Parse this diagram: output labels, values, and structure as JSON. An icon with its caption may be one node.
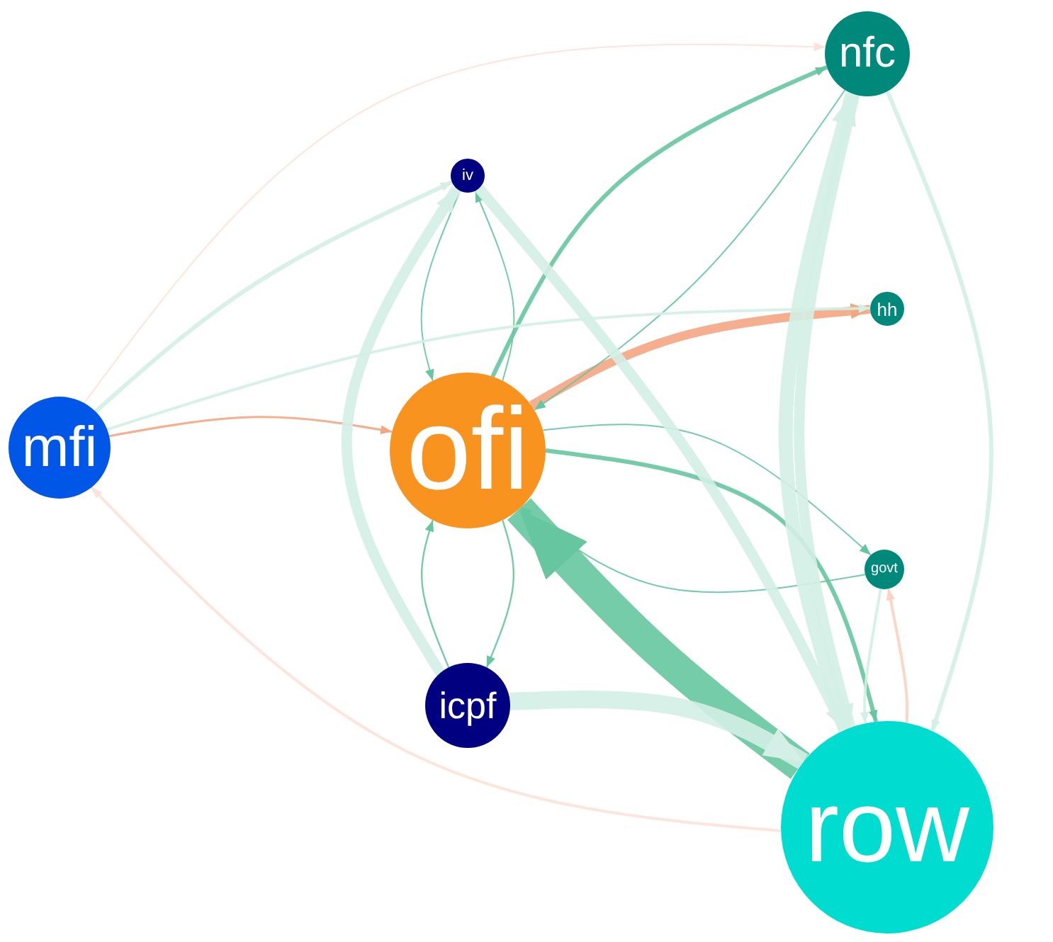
{
  "diagram": {
    "nodes": [
      {
        "text": [
          "nfc"
        ]
      },
      {
        "text": [
          "iv"
        ]
      },
      {
        "text": [
          "hh"
        ]
      },
      {
        "text": [
          "mfi"
        ]
      },
      {
        "text": [
          "ofi"
        ]
      },
      {
        "text": [
          "govt"
        ]
      },
      {
        "text": [
          "icpf"
        ]
      },
      {
        "text": [
          "row"
        ]
      }
    ],
    "edges": [
      {
        "from": 4,
        "to": 0,
        "arrow": "to"
      },
      {
        "from": 4,
        "to": 2,
        "arrow": "to",
        "style": "thick",
        "color": "#f4a582"
      },
      {
        "from": 3,
        "to": 4,
        "arrow": "to",
        "color": "#f4a582"
      },
      {
        "from": 0,
        "to": 4,
        "arrow": "to"
      },
      {
        "from": 4,
        "to": 7,
        "arrow": "to"
      },
      {
        "from": 7,
        "to": 4,
        "arrow": "to",
        "style": "thick"
      },
      {
        "from": 1,
        "to": 4,
        "arrow": "to"
      },
      {
        "from": 4,
        "to": 1,
        "arrow": "to"
      },
      {
        "from": 6,
        "to": 4,
        "arrow": "to"
      },
      {
        "from": 4,
        "to": 6,
        "arrow": "to"
      },
      {
        "from": 5,
        "to": 4,
        "arrow": "to"
      },
      {
        "from": 4,
        "to": 5,
        "arrow": "to"
      },
      {
        "from": 6,
        "to": 7,
        "arrow": "to",
        "style": "thick",
        "color": "#d4efe6"
      },
      {
        "from": 7,
        "to": 0,
        "arrow": "to",
        "style": "thick",
        "color": "#d4efe6"
      },
      {
        "from": 0,
        "to": 7,
        "arrow": "to",
        "style": "thick",
        "color": "#d4efe6"
      },
      {
        "from": 1,
        "to": 7,
        "arrow": "to",
        "style": "thick",
        "color": "#d4efe6"
      },
      {
        "from": 3,
        "to": 1,
        "arrow": "to",
        "color": "#d4efe6"
      },
      {
        "from": 6,
        "to": 1,
        "arrow": "to",
        "style": "thick",
        "color": "#d4efe6"
      },
      {
        "from": 3,
        "to": 2,
        "arrow": "to",
        "color": "#d4efe6"
      },
      {
        "from": 0,
        "to": 7,
        "arrow": "to",
        "color": "#d4efe6"
      },
      {
        "from": 7,
        "to": 3,
        "arrow": "to",
        "color": "#fde2d8"
      },
      {
        "from": 3,
        "to": 0,
        "arrow": "to",
        "color": "#fde2d8"
      },
      {
        "from": 7,
        "to": 5,
        "arrow": "to",
        "color": "#fbd3c4"
      },
      {
        "from": 5,
        "to": 7,
        "arrow": "to",
        "color": "#d4efe6"
      }
    ]
  }
}
